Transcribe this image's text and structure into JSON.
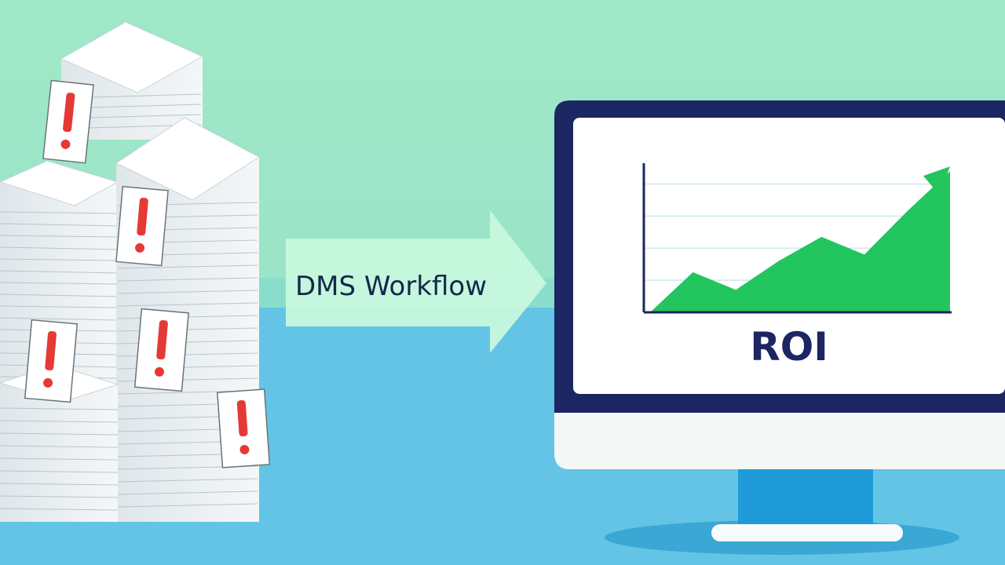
{
  "arrow": {
    "label": "DMS Workflow"
  },
  "monitor": {
    "label": "ROI"
  },
  "chart_data": {
    "type": "area",
    "x": [
      0,
      1,
      2,
      3,
      4,
      5,
      6,
      7
    ],
    "values": [
      0,
      2.5,
      1.4,
      3.2,
      4.7,
      3.6,
      6.3,
      8.8
    ],
    "title": "",
    "xlabel": "",
    "ylabel": "",
    "ylim": [
      0,
      9
    ],
    "grid": true,
    "colors": {
      "fill": "#22c55e",
      "axis": "#1b2662",
      "grid": "#cfe8f1"
    }
  },
  "colors": {
    "bg_top": "#9fe8c7",
    "bg_bottom": "#63c4e6",
    "arrow_fill": "#c7f8dd",
    "monitor_frame": "#1b2662",
    "alert_red": "#e53935"
  },
  "icons": [
    "paper-stack-icon",
    "alert-note-icon",
    "arrow-right-icon",
    "monitor-icon"
  ]
}
